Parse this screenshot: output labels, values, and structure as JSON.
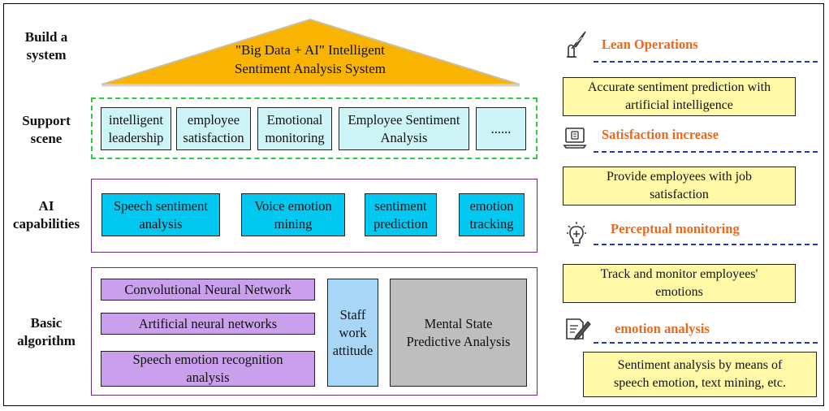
{
  "labels": {
    "build_a_system": [
      "Build a",
      "system"
    ],
    "support_scene": [
      "Support",
      "scene"
    ],
    "ai_capabilities": [
      "AI",
      "capabilities"
    ],
    "basic_algorithm": [
      "Basic",
      "algorithm"
    ]
  },
  "roof": {
    "line1": "\"Big Data + AI\" Intelligent",
    "line2": "Sentiment Analysis System",
    "color": "#f8b400"
  },
  "support_scene": [
    [
      "intelligent",
      "leadership"
    ],
    [
      "employee",
      "satisfaction"
    ],
    [
      "Emotional",
      "monitoring"
    ],
    [
      "Employee Sentiment",
      "Analysis"
    ],
    [
      "......"
    ]
  ],
  "ai_capabilities": [
    [
      "Speech sentiment",
      "analysis"
    ],
    [
      "Voice emotion",
      "mining"
    ],
    [
      "sentiment",
      "prediction"
    ],
    [
      "emotion",
      "tracking"
    ]
  ],
  "basic_algorithm": {
    "purple": [
      [
        "Convolutional Neural Network"
      ],
      [
        "Artificial neural networks"
      ],
      [
        "Speech emotion recognition",
        "analysis"
      ]
    ],
    "staff": [
      "Staff",
      "work",
      "attitude"
    ],
    "mental": [
      "Mental State",
      "Predictive Analysis"
    ]
  },
  "right_panel": [
    {
      "heading": "Lean Operations",
      "icon": "quill-ink-icon",
      "desc": [
        "Accurate sentiment prediction with",
        "artificial intelligence"
      ]
    },
    {
      "heading": "Satisfaction increase",
      "icon": "laptop-icon",
      "desc": [
        "Provide employees with job",
        "satisfaction"
      ]
    },
    {
      "heading": "Perceptual monitoring",
      "icon": "lightbulb-icon",
      "desc": [
        "Track and monitor employees'",
        "emotions"
      ]
    },
    {
      "heading": "emotion analysis",
      "icon": "notepad-pen-icon",
      "desc": [
        "Sentiment analysis by means of",
        "speech emotion, text mining, etc."
      ]
    }
  ],
  "colors": {
    "heading_orange": "#e86a20",
    "dash_blue": "#2436b0",
    "green_dash": "#2ecc40",
    "purple_border": "#6b2c7a"
  }
}
